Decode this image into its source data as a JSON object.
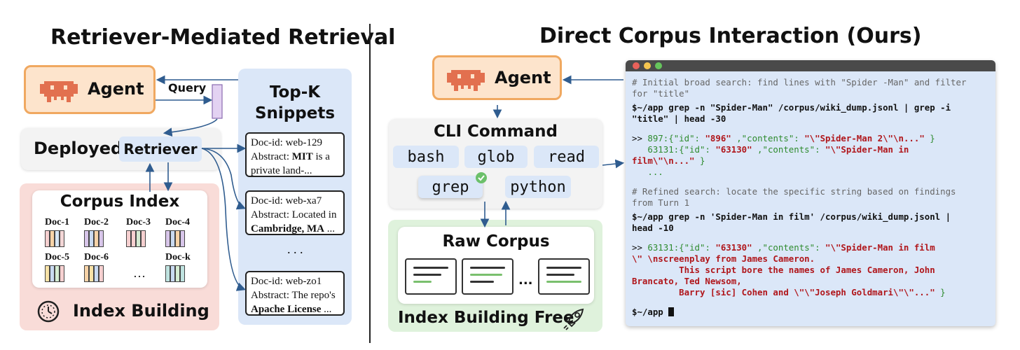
{
  "left": {
    "title": "Retriever-Mediated Retrieval",
    "agent_label": "Agent",
    "query_label": "Query",
    "deployed_label": "Deployed",
    "retriever_label": "Retriever",
    "corpus_index_title": "Corpus Index",
    "docs": [
      "Doc-1",
      "Doc-2",
      "Doc-3",
      "Doc-4",
      "Doc-5",
      "Doc-6",
      "…",
      "Doc-k"
    ],
    "index_building_label": "Index Building",
    "topk_title_line1": "Top-K",
    "topk_title_line2": "Snippets",
    "snippets": [
      {
        "docid": "Doc-id: web-129",
        "abstract": "Abstract: ",
        "bold1": "MIT",
        "rest1": " is a",
        "line3": "private land-..."
      },
      {
        "docid": "Doc-id: web-xa7",
        "abstract": "Abstract: Located in",
        "bold_line": "Cambridge, MA",
        "tail": " ..."
      },
      {
        "docid": "Doc-id: web-zo1",
        "abstract": "Abstract: The repo's",
        "bold_line": "Apache License",
        "tail": " ..."
      }
    ],
    "ellipsis": ". . ."
  },
  "right": {
    "title": "Direct Corpus Interaction (Ours)",
    "agent_label": "Agent",
    "cli_title": "CLI Command",
    "commands": [
      "bash",
      "glob",
      "read",
      "grep",
      "python"
    ],
    "raw_corpus_title": "Raw Corpus",
    "pages_ellipsis": "...",
    "index_free_label": "Index Building Free",
    "terminal": {
      "comment1_a": "# Initial broad search: find lines with \"Spider -Man\" and filter",
      "comment1_b": "for \"title\"",
      "cmd1_a": "$~/app grep -n \"Spider-Man\" /corpus/wiki_dump.jsonl | grep -i",
      "cmd1_b": "\"title\" | head -30",
      "res1_prefix": ">> ",
      "res1_num": "897:",
      "res1_json_a": "{\"id\": ",
      "res1_json_b": "\"896\"",
      "res1_json_c": " ,\"contents\": ",
      "res1_json_d": "\"\\\"Spider-Man 2\\\"\\n...\"",
      "res1_json_e": " }",
      "res2_num": "   63131:",
      "res2_json_a": "{\"id\": ",
      "res2_json_b": "\"63130\"",
      "res2_json_c": " ,\"contents\": ",
      "res2_json_d": "\"\\\"Spider-Man in",
      "res2_json_e": "film\\\"\\n...\"",
      "res2_json_f": " }",
      "res_dots": "   ...",
      "comment2_a": "# Refined search: locate the specific string based on findings",
      "comment2_b": "from Turn 1",
      "cmd2_a": "$~/app grep -n 'Spider-Man in film' /corpus/wiki_dump.jsonl |",
      "cmd2_b": "head -10",
      "res3_prefix": ">> ",
      "res3_num": "63131:",
      "res3_json_a": "{\"id\": ",
      "res3_json_b": "\"63130\"",
      "res3_json_c": " ,\"contents\": ",
      "res3_json_d": "\"\\\"Spider-Man in film",
      "res3_line2": "\\\" \\nscreenplay from James Cameron.",
      "res3_line3": "         This script bore the names of James Cameron, John",
      "res3_line4": "Brancato, Ted Newsom,",
      "res3_line5": "         Barry [sic] Cohen and \\\"\\\"Joseph Goldmari\\\"\\\"...\"",
      "res3_end": " }",
      "prompt": "$~/app "
    }
  },
  "colors": {
    "agent_fill": "#fde4cc",
    "agent_border": "#f0a860",
    "agent_icon": "#e2704f",
    "blue_panel": "#dbe7f8",
    "pink_panel": "#f9dcd8",
    "green_panel": "#dff2dc",
    "terminal_bg": "#dbe7f8",
    "terminal_bar": "#4a4a4a",
    "arrow": "#2f5c8f",
    "result_red": "#b0161b",
    "result_green": "#2e8b2e",
    "comment_gray": "#666666"
  }
}
